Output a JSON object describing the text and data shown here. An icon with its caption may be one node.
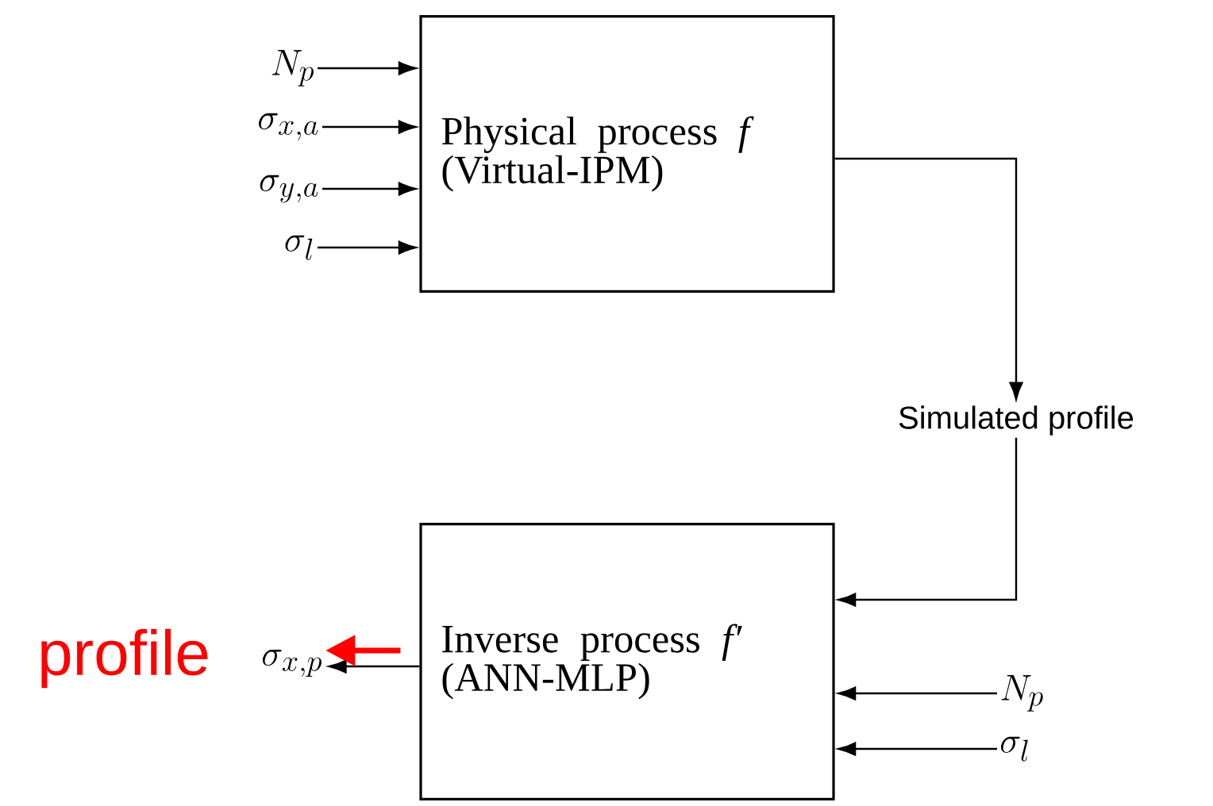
{
  "diagram": {
    "nodes": [
      {
        "text": [
          "N_p"
        ]
      },
      {
        "text": [
          "\\sigma_{x,a}"
        ]
      },
      {
        "text": [
          "\\sigma_{y,a}"
        ]
      },
      {
        "text": [
          "\\sigma_l"
        ]
      },
      {
        "text": [
          "Physical process *f* (Virtual-IPM)"
        ]
      },
      {
        "text": [
          "Simulated profile"
        ]
      },
      {
        "text": [
          "Inverse process *f′* (ANN-MLP)"
        ]
      },
      {
        "text": [
          "N_p"
        ]
      },
      {
        "text": [
          "\\sigma_l"
        ]
      },
      {
        "text": [
          "\\sigma_{x,p}"
        ]
      },
      {
        "text": [
          "profile"
        ]
      }
    ],
    "edges": [
      {
        "from": 0,
        "to": 4,
        "arrow": "to"
      },
      {
        "from": 1,
        "to": 4,
        "arrow": "to"
      },
      {
        "from": 2,
        "to": 4,
        "arrow": "to"
      },
      {
        "from": 3,
        "to": 4,
        "arrow": "to"
      },
      {
        "from": 4,
        "to": 5,
        "arrow": "to"
      },
      {
        "from": 5,
        "to": 6,
        "arrow": "to"
      },
      {
        "from": 7,
        "to": 6,
        "arrow": "to"
      },
      {
        "from": 8,
        "to": 6,
        "arrow": "to"
      },
      {
        "from": 6,
        "to": 9,
        "arrow": "to"
      },
      {
        "from": 6,
        "to": 9,
        "arrow": "to",
        "style": "thick",
        "color": "#ff0000"
      }
    ]
  }
}
